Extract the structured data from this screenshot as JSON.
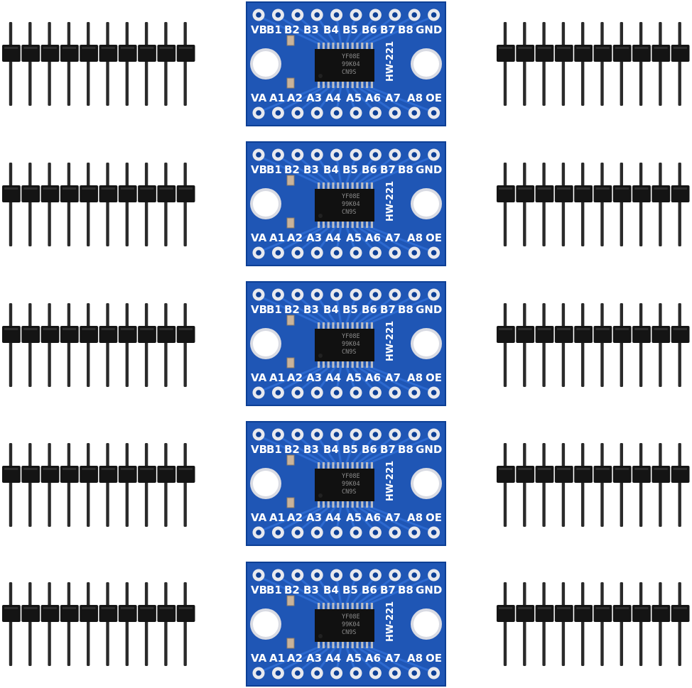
{
  "board": {
    "model": "HW-221",
    "top_pins": [
      "VB",
      "B1",
      "B2",
      "B3",
      "B4",
      "B5",
      "B6",
      "B7",
      "B8",
      "GND"
    ],
    "bottom_pins": [
      "VA",
      "A1",
      "A2",
      "A3",
      "A4",
      "A5",
      "A6",
      "A7",
      "A8",
      "OE"
    ],
    "chip_marking": [
      "YF08E",
      "99K04",
      "CN9S"
    ],
    "count": 5
  },
  "headers": {
    "per_side": 5,
    "pins_per_header": 10
  },
  "colors": {
    "pcb": "#1f56b5",
    "pcb_edge": "#0d3f95",
    "pad": "#e8e9ee",
    "chip": "#111111",
    "plastic": "#141414",
    "pin_metal": "#2a2a2a",
    "background": "#ffffff"
  }
}
